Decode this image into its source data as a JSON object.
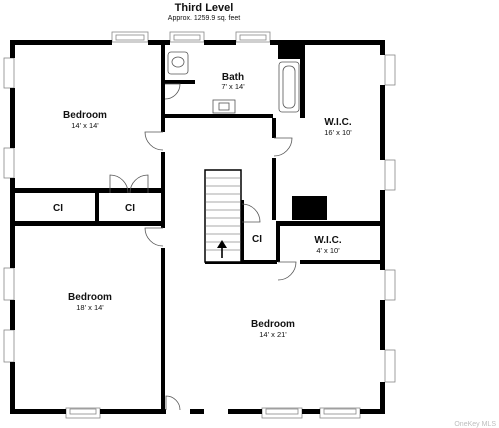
{
  "header": {
    "title": "Third Level",
    "subtitle": "Approx. 1259.9 sq. feet"
  },
  "rooms": [
    {
      "name": "Bedroom",
      "dims": "14' x 14'"
    },
    {
      "name": "Bath",
      "dims": "7' x 14'"
    },
    {
      "name": "W.I.C.",
      "dims": "16' x 10'"
    },
    {
      "name": "CI",
      "dims": ""
    },
    {
      "name": "CI",
      "dims": ""
    },
    {
      "name": "CI",
      "dims": ""
    },
    {
      "name": "W.I.C.",
      "dims": "4' x 10'"
    },
    {
      "name": "Bedroom",
      "dims": "18' x 14'"
    },
    {
      "name": "Bedroom",
      "dims": "14' x 21'"
    }
  ],
  "watermark": "OneKey MLS"
}
